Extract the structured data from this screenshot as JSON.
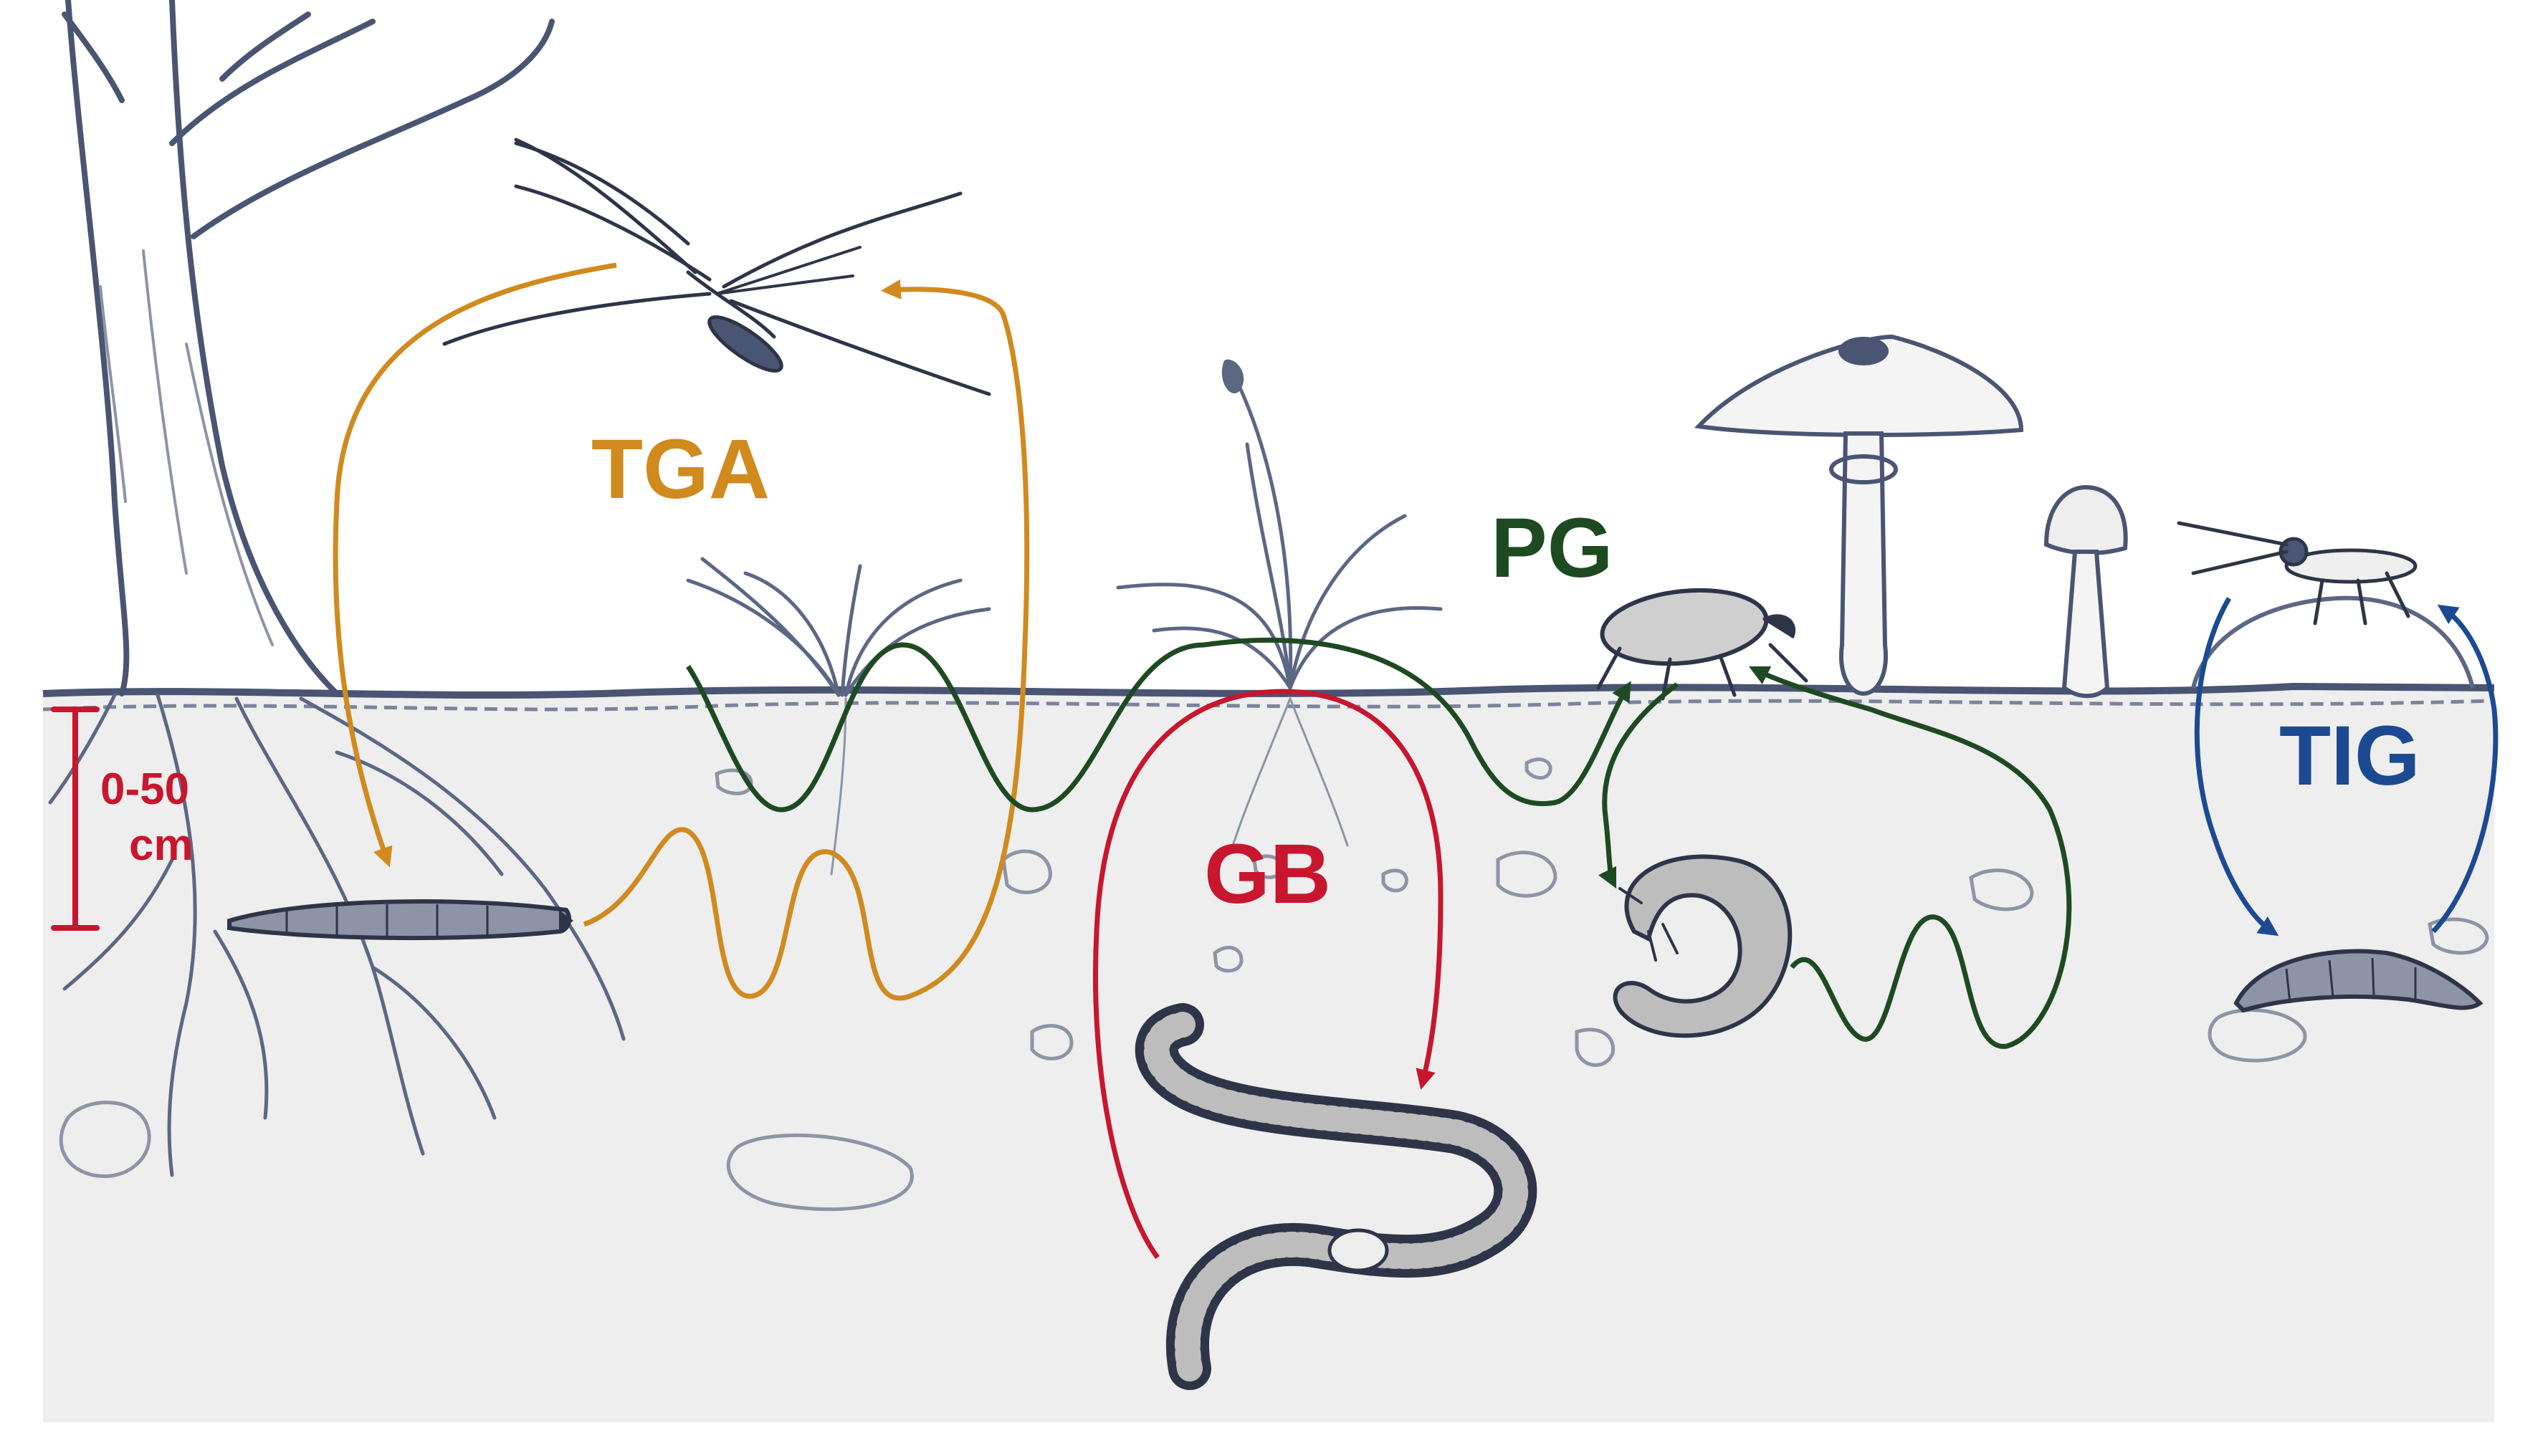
{
  "labels": {
    "tga": "TGA",
    "pg": "PG",
    "gb": "GB",
    "tig": "TIG",
    "depth_value": "0-50",
    "depth_unit": "cm"
  },
  "colors": {
    "tga": "#d08a1e",
    "pg": "#1e4a22",
    "gb": "#c8162e",
    "tig": "#1c4a92",
    "depth": "#c8162e",
    "ink": "#3d4a6b",
    "soil": "#eeeeee",
    "sky": "#ffffff"
  }
}
